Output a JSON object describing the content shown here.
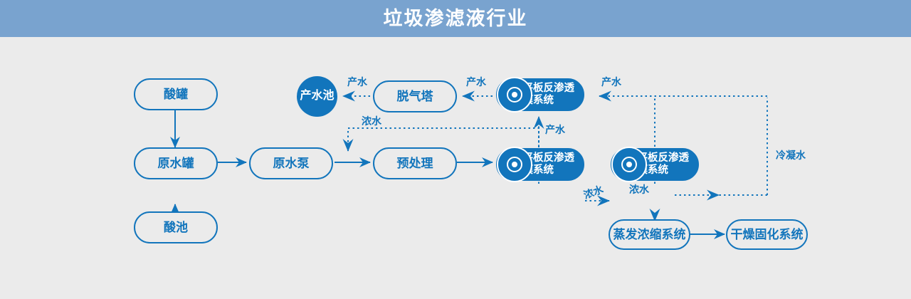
{
  "header": {
    "title": "垃圾渗滤液行业"
  },
  "colors": {
    "header_bg": "#79a3cf",
    "canvas_bg": "#ebebeb",
    "accent": "#1275bc",
    "node_text": "#1275bc",
    "filled_text": "#ffffff"
  },
  "nodes": [
    {
      "id": "acid-tank",
      "label": "酸罐",
      "style": "outline"
    },
    {
      "id": "raw-water-tank",
      "label": "原水罐",
      "style": "outline"
    },
    {
      "id": "acid-pool",
      "label": "酸池",
      "style": "outline"
    },
    {
      "id": "raw-water-pump",
      "label": "原水泵",
      "style": "outline"
    },
    {
      "id": "pretreatment",
      "label": "预处理",
      "style": "outline"
    },
    {
      "id": "degas-tower",
      "label": "脱气塔",
      "style": "outline"
    },
    {
      "id": "product-pool",
      "label": "产水池",
      "style": "circle"
    },
    {
      "id": "membrane-top",
      "label": "平板反渗透膜系统",
      "label_line1": "平板反渗透",
      "label_line2": "膜系统",
      "style": "filled-membrane"
    },
    {
      "id": "membrane-mid",
      "label": "平板反渗透膜系统",
      "label_line1": "平板反渗透",
      "label_line2": "膜系统",
      "style": "filled-membrane"
    },
    {
      "id": "membrane-right",
      "label": "平板反渗透膜系统",
      "label_line1": "平板反渗透",
      "label_line2": "膜系统",
      "style": "filled-membrane"
    },
    {
      "id": "evaporation",
      "label": "蒸发浓缩系统",
      "style": "outline"
    },
    {
      "id": "drying",
      "label": "干燥固化系统",
      "style": "outline"
    }
  ],
  "edge_labels": {
    "product_water_to_pool": "产水",
    "product_water_degas": "产水",
    "product_water_right": "产水",
    "product_water_up": "产水",
    "concentrate_recycle": "浓水",
    "concentrate_mid_to_right": "浓水",
    "concentrate_to_evaporator": "浓水",
    "condensate": "冷凝水"
  },
  "icons": {
    "membrane_disc": "disc-icon"
  }
}
